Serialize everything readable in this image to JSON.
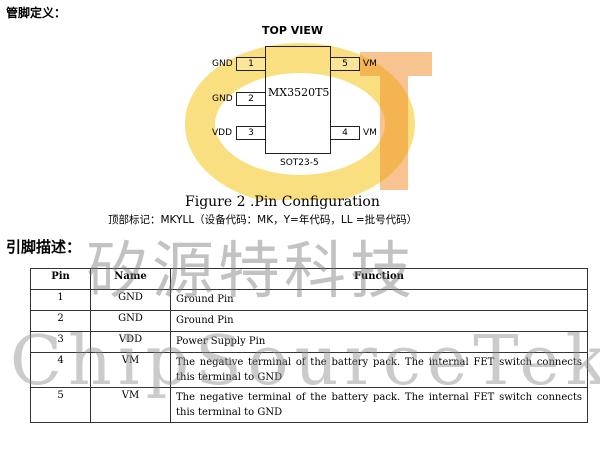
{
  "sections": {
    "pin_definition": "管脚定义：",
    "pin_description": "引脚描述："
  },
  "diagram": {
    "view_title": "TOP VIEW",
    "chip_name": "MX3520T5",
    "package": "SOT23-5",
    "pins": [
      {
        "num": "1",
        "name": "GND"
      },
      {
        "num": "2",
        "name": "GND"
      },
      {
        "num": "3",
        "name": "VDD"
      },
      {
        "num": "4",
        "name": "VM"
      },
      {
        "num": "5",
        "name": "VM"
      }
    ],
    "logo_colors": {
      "yellow": "#f5c518",
      "orange": "#f08a24"
    }
  },
  "figure_caption": "Figure 2 .Pin Configuration",
  "marking_note": "顶部标记：MKYLL（设备代码：MK，Y=年代码，LL =批号代码）",
  "watermark": {
    "cn": "矽源特科技",
    "en": "ChipSourceTek"
  },
  "table": {
    "headers": [
      "Pin",
      "Name",
      "Function"
    ],
    "rows": [
      {
        "pin": "1",
        "name": "GND",
        "function": "Ground Pin"
      },
      {
        "pin": "2",
        "name": "GND",
        "function": "Ground Pin"
      },
      {
        "pin": "3",
        "name": "VDD",
        "function": "Power Supply Pin"
      },
      {
        "pin": "4",
        "name": "VM",
        "function": "The negative terminal of the battery pack. The internal FET switch connects this terminal to GND"
      },
      {
        "pin": "5",
        "name": "VM",
        "function": "The negative terminal of the battery pack. The internal FET switch connects this terminal to GND"
      }
    ]
  }
}
